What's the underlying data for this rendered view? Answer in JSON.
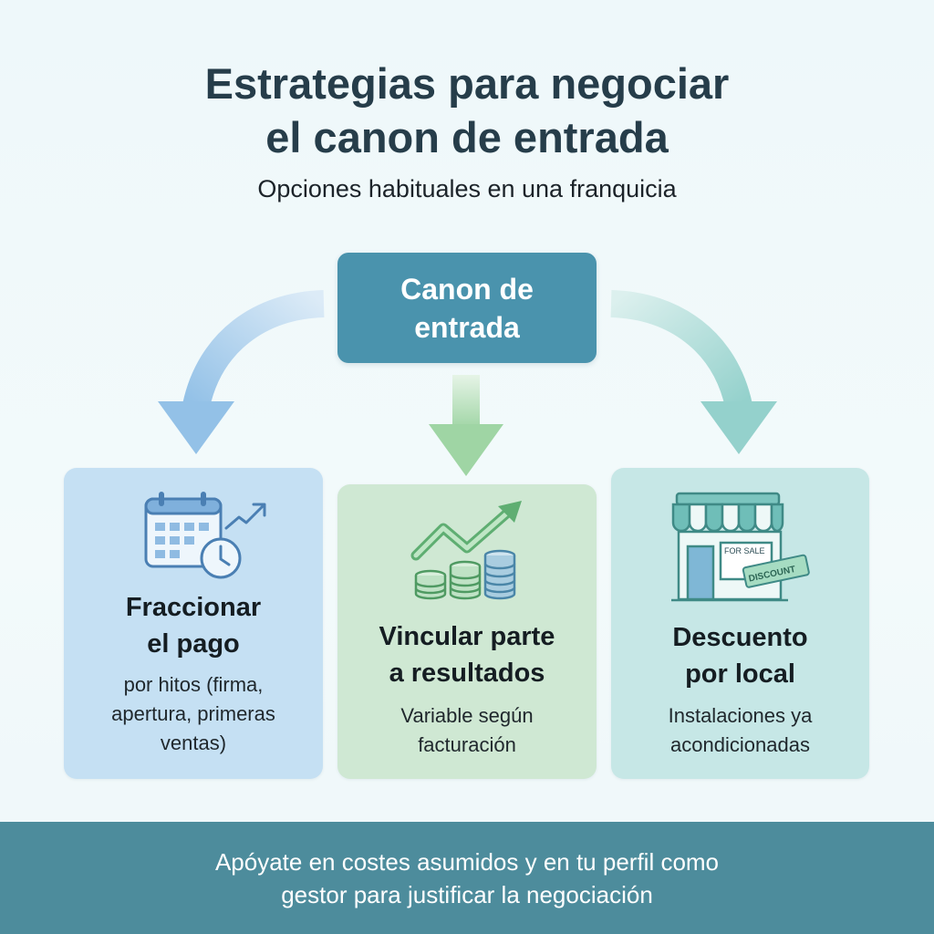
{
  "header": {
    "title_line1": "Estrategias para negociar",
    "title_line2": "el canon de entrada",
    "subtitle": "Opciones habituales en una franquicia"
  },
  "root_node": {
    "line1": "Canon de",
    "line2": "entrada"
  },
  "cards": [
    {
      "title_line1": "Fraccionar",
      "title_line2": "el pago",
      "desc_line1": "por hitos (firma,",
      "desc_line2": "apertura, primeras",
      "desc_line3": "ventas)",
      "icon": "calendar-clock-icon",
      "color": "#c5e0f3"
    },
    {
      "title_line1": "Vincular parte",
      "title_line2": "a resultados",
      "desc_line1": "Variable según",
      "desc_line2": "facturación",
      "icon": "growth-coins-icon",
      "color": "#cfe8d3"
    },
    {
      "title_line1": "Descuento",
      "title_line2": "por local",
      "desc_line1": "Instalaciones ya",
      "desc_line2": "acondicionadas",
      "icon": "storefront-icon",
      "icon_sign1": "FOR SALE",
      "icon_sign2": "DISCOUNT",
      "color": "#c6e7e6"
    }
  ],
  "footer": {
    "line1": "Apóyate en costes asumidos y en tu perfil como",
    "line2": "gestor para justificar la negociación"
  },
  "colors": {
    "root_box": "#4a93ad",
    "footer_band": "#4d8c9c",
    "arrow_left": "#9ec8ea",
    "arrow_center": "#a9d9ad",
    "arrow_right": "#9fd6d2"
  }
}
